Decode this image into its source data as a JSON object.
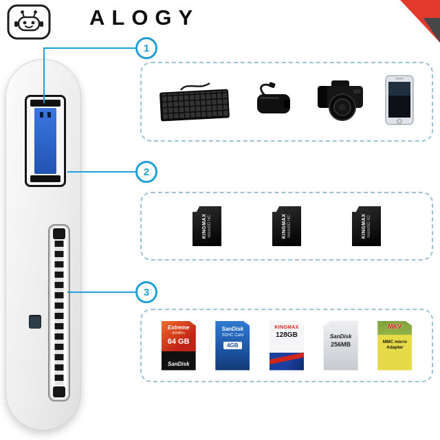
{
  "header": {
    "brand": "ALOGY"
  },
  "callouts": {
    "one": "1",
    "two": "2",
    "three": "3"
  },
  "device": {
    "ports": [
      "usb-a-port",
      "sd-card-slot",
      "microsd-card-slot"
    ]
  },
  "compatibility": {
    "box1_items": [
      "keyboard",
      "usb-network-adapter",
      "dslr-camera",
      "smartphone"
    ],
    "box2_cards": [
      {
        "brand": "KINGMAX",
        "type": "microSD HC"
      },
      {
        "brand": "KINGMAX",
        "type": "microSD HC"
      },
      {
        "brand": "KINGMAX",
        "type": "microSD XC"
      }
    ],
    "box3_cards": {
      "extreme": {
        "brand": "SanDisk",
        "model": "Extreme",
        "speed": "80MB/s",
        "capacity": "64 GB"
      },
      "sdhc": {
        "brand": "SanDisk",
        "model": "SDHC Card",
        "capacity": "4GB"
      },
      "kingmax": {
        "brand": "KINGMAX",
        "capacity": "128GB"
      },
      "mmc": {
        "brand": "SanDisk",
        "capacity": "256MB"
      },
      "adapter": {
        "brand": "MKV",
        "model": "MMC micro",
        "model2": "Adapter"
      }
    }
  },
  "colors": {
    "accent": "#1e9ed6",
    "dashed_border": "#9cc2d6",
    "usb_blue": "#2f6bd8",
    "corner_red": "#e23b2e"
  }
}
